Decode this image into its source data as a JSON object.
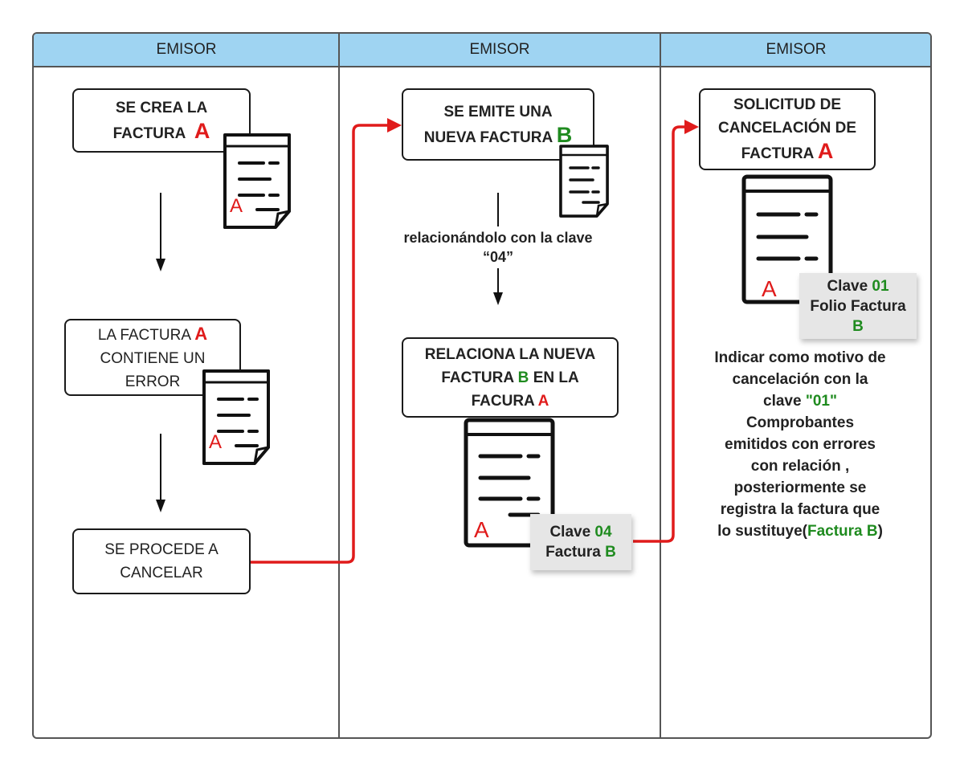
{
  "lanes": [
    "EMISOR",
    "EMISOR",
    "EMISOR"
  ],
  "lane1": {
    "box1": {
      "line1": "SE CREA LA",
      "line2": "FACTURA",
      "mark": "A"
    },
    "doc1_letter": "A",
    "box2": {
      "line1": "LA FACTURA",
      "mark": "A",
      "line2": "CONTIENE UN",
      "line3": "ERROR"
    },
    "doc2_letter": "A",
    "box3": {
      "line1": "SE PROCEDE A",
      "line2": "CANCELAR"
    }
  },
  "lane2": {
    "box1": {
      "line1": "SE EMITE UNA",
      "line2": "NUEVA FACTURA",
      "mark": "B"
    },
    "relation_text": {
      "line1": "relacionándolo con la clave",
      "line2": "“04”"
    },
    "box2": {
      "line1": "RELACIONA LA NUEVA",
      "line2a": "FACTURA",
      "mark_b": "B",
      "line2b": "EN LA",
      "line3": "FACURA",
      "mark_a": "A"
    },
    "doc_letter": "A",
    "tag": {
      "label1": "Clave",
      "value1": "04",
      "label2": "Factura",
      "value2": "B"
    }
  },
  "lane3": {
    "box1": {
      "line1": "SOLICITUD DE",
      "line2": "CANCELACIÓN DE",
      "line3": "FACTURA",
      "mark": "A"
    },
    "doc_letter": "A",
    "tag": {
      "label1": "Clave",
      "value1": "01",
      "label2": "Folio Factura",
      "value2": "B"
    },
    "note": {
      "l1": "Indicar como motivo de",
      "l2": "cancelación  con la",
      "l3": "clave",
      "l3_code": "\"01\"",
      "l4": "Comprobantes",
      "l5": "emitidos con errores",
      "l6": "con relación ,",
      "l7": "posteriormente se",
      "l8": "registra la factura que",
      "l9": "lo sustituye(",
      "l9_ref": "Factura B",
      "l9_end": ")"
    }
  },
  "colors": {
    "header": "#9fd4f2",
    "accent_red": "#e01b1b",
    "accent_green": "#1f8b1f",
    "tag_bg": "#e6e6e6"
  }
}
